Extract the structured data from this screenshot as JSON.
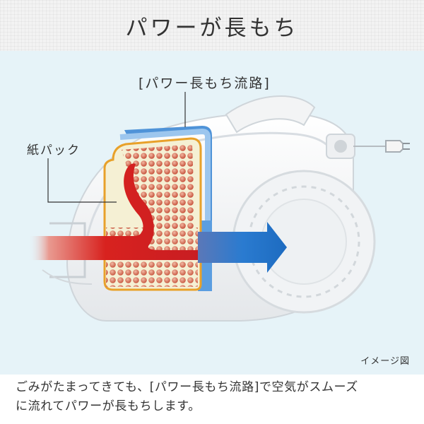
{
  "header": {
    "title": "パワーが長もち"
  },
  "diagram": {
    "flow_label": "[パワー長もち流路]",
    "paper_pack_label": "紙パック",
    "image_note": "イメージ図"
  },
  "description": {
    "line1": "ごみがたまってきても、[パワー長もち流路]で空気がスムーズ",
    "line2": "に流れてパワーが長もちします。"
  },
  "colors": {
    "panel_bg": "#e6f3f8",
    "airflow_red": "#d8221f",
    "airflow_blue": "#1a6fc2",
    "flow_channel": "#4f93d8",
    "paper_pack": "#f5f0d4",
    "pack_border": "#e8a12a",
    "dust": "#c75a3c"
  }
}
